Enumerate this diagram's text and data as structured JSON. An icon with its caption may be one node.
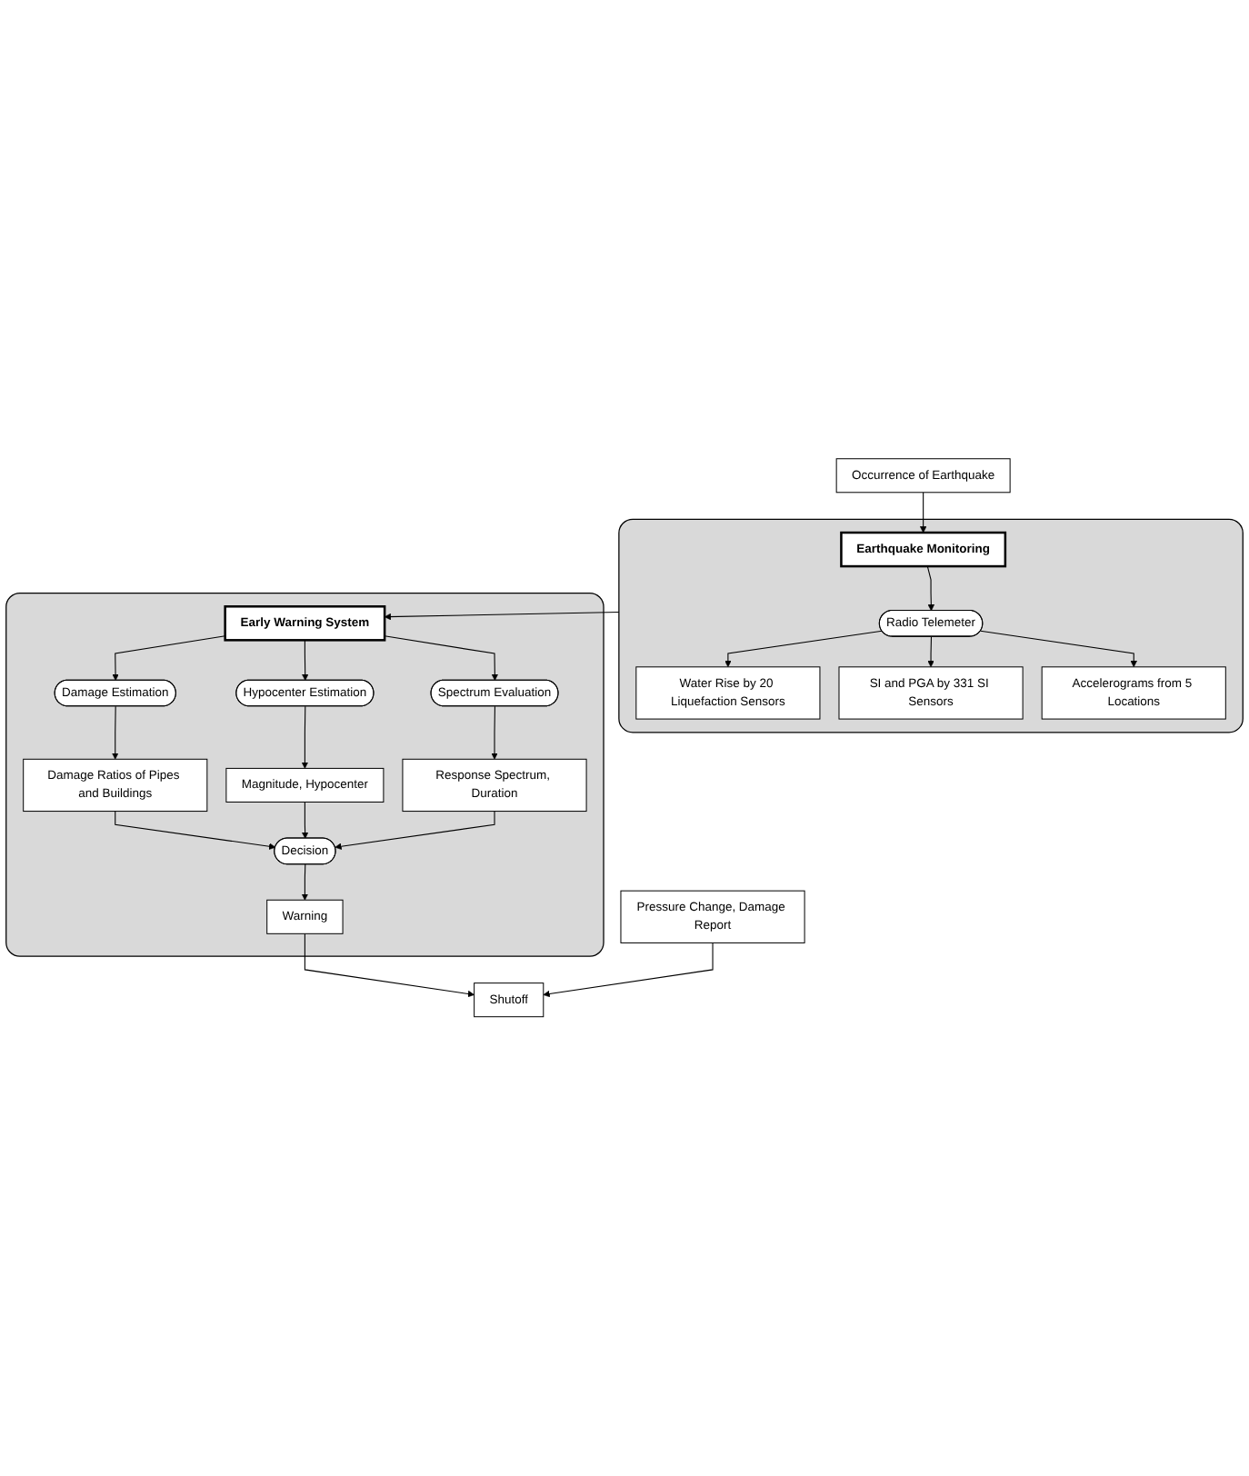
{
  "diagram": {
    "nodes": [
      {
        "text": [
          "Occurrence of Earthquake"
        ]
      },
      {
        "text": [],
        "shape": "box"
      },
      {
        "text": [
          "Earthquake Monitoring"
        ],
        "in": 1
      },
      {
        "text": [
          "Radio Telemeter"
        ],
        "in": 1
      },
      {
        "text": [
          "Water Rise by 20 Liquefaction Sensors"
        ],
        "in": 1
      },
      {
        "text": [
          "SI and PGA by 331 SI Sensors"
        ],
        "in": 1
      },
      {
        "text": [
          "Accelerograms from 5 Locations"
        ],
        "in": 1
      },
      {
        "text": [],
        "shape": "box"
      },
      {
        "text": [
          "Early Warning System"
        ],
        "in": 7
      },
      {
        "text": [
          "Damage Estimation"
        ],
        "in": 7
      },
      {
        "text": [
          "Hypocenter Estimation"
        ],
        "in": 7
      },
      {
        "text": [
          "Spectrum Evaluation"
        ],
        "in": 7
      },
      {
        "text": [
          "Damage Ratios of Pipes and Buildings"
        ],
        "in": 7
      },
      {
        "text": [
          "Magnitude, Hypocenter"
        ],
        "in": 7
      },
      {
        "text": [
          "Response Spectrum, Duration"
        ],
        "in": 7
      },
      {
        "text": [
          "Decision"
        ],
        "in": 7
      },
      {
        "text": [
          "Warning"
        ],
        "in": 7
      },
      {
        "text": [
          "Pressure Change, Damage Report"
        ]
      },
      {
        "text": [
          "Shutoff"
        ]
      }
    ],
    "edges": [
      {
        "from": 0,
        "to": 2,
        "arrow": "to"
      },
      {
        "from": 2,
        "to": 3,
        "arrow": "to"
      },
      {
        "from": 3,
        "to": 4,
        "arrow": "to"
      },
      {
        "from": 3,
        "to": 5,
        "arrow": "to"
      },
      {
        "from": 3,
        "to": 6,
        "arrow": "to"
      },
      {
        "from": 1,
        "to": 8,
        "arrow": "to"
      },
      {
        "from": 8,
        "to": 9,
        "arrow": "to"
      },
      {
        "from": 8,
        "to": 10,
        "arrow": "to"
      },
      {
        "from": 8,
        "to": 11,
        "arrow": "to"
      },
      {
        "from": 9,
        "to": 12,
        "arrow": "to"
      },
      {
        "from": 10,
        "to": 13,
        "arrow": "to"
      },
      {
        "from": 11,
        "to": 14,
        "arrow": "to"
      },
      {
        "from": 12,
        "to": 15,
        "arrow": "to"
      },
      {
        "from": 13,
        "to": 15,
        "arrow": "to"
      },
      {
        "from": 14,
        "to": 15,
        "arrow": "to"
      },
      {
        "from": 15,
        "to": 16,
        "arrow": "to"
      },
      {
        "from": 16,
        "to": 18,
        "arrow": "to"
      },
      {
        "from": 17,
        "to": 18,
        "arrow": "to"
      }
    ]
  }
}
